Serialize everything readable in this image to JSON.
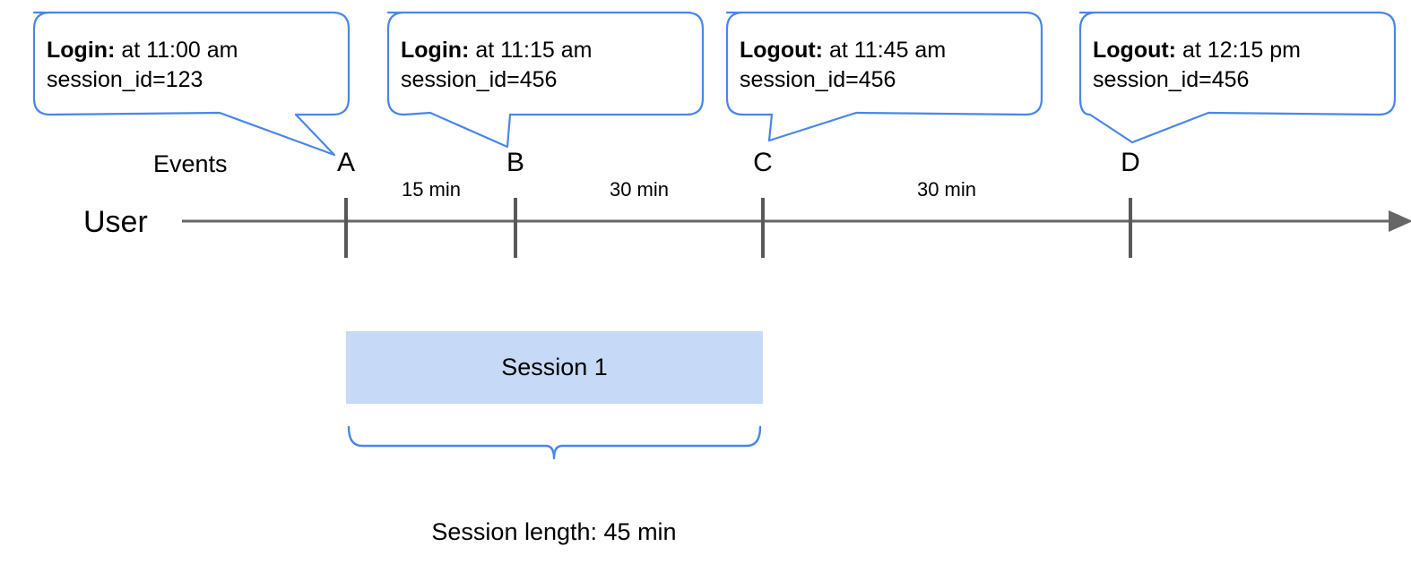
{
  "diagram": {
    "lane_labels": {
      "events": "Events",
      "user": "User"
    },
    "accent_color": "#4a86e8",
    "axis_color": "#666666",
    "session_fill": "#c6d9f7",
    "callouts": [
      {
        "event_label": "Login:",
        "detail": "at 11:00 am",
        "session_line": "session_id=123",
        "target": "A"
      },
      {
        "event_label": "Login:",
        "detail": "at 11:15 am",
        "session_line": "session_id=456",
        "target": "B"
      },
      {
        "event_label": "Logout:",
        "detail": "at 11:45 am",
        "session_line": "session_id=456",
        "target": "C"
      },
      {
        "event_label": "Logout:",
        "detail": "at 12:15 pm",
        "session_line": "session_id=456",
        "target": "D"
      }
    ],
    "events": [
      {
        "letter": "A"
      },
      {
        "letter": "B"
      },
      {
        "letter": "C"
      },
      {
        "letter": "D"
      }
    ],
    "intervals": [
      {
        "label": "15 min",
        "from": "A",
        "to": "B"
      },
      {
        "label": "30 min",
        "from": "B",
        "to": "C"
      },
      {
        "label": "30 min",
        "from": "C",
        "to": "D"
      }
    ],
    "session": {
      "bar_label": "Session 1",
      "caption": "Session length: 45 min"
    }
  }
}
